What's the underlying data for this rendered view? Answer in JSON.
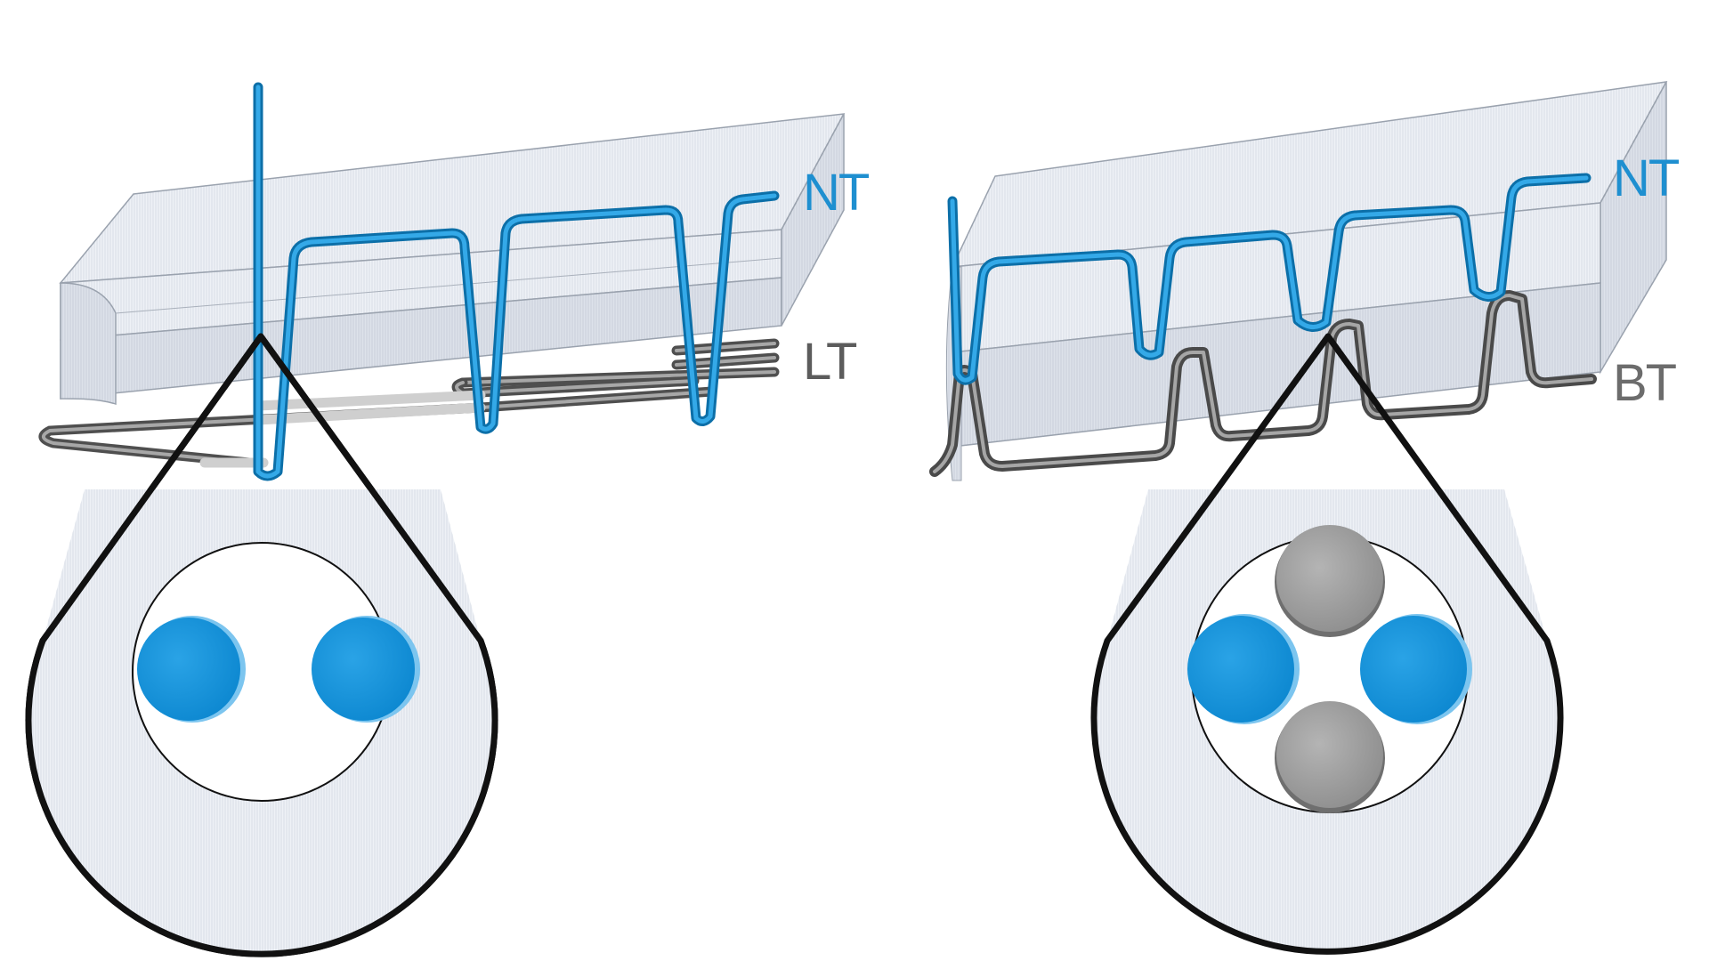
{
  "colors": {
    "needle_thread": "#1e8fd0",
    "looper_thread": "#5c5c5c",
    "bobbin_thread": "#6c6c6c",
    "fabric_face": "#eef1f6",
    "fabric_shade": "#dadfe7",
    "outline": "#111111"
  },
  "left_panel": {
    "needle_thread_label": "NT",
    "looper_thread_label": "LT",
    "cross_section_threads": [
      "needle-thread",
      "needle-thread"
    ]
  },
  "right_panel": {
    "needle_thread_label": "NT",
    "bobbin_thread_label": "BT",
    "cross_section_threads": [
      "bobbin-thread",
      "needle-thread",
      "needle-thread",
      "bobbin-thread"
    ]
  }
}
